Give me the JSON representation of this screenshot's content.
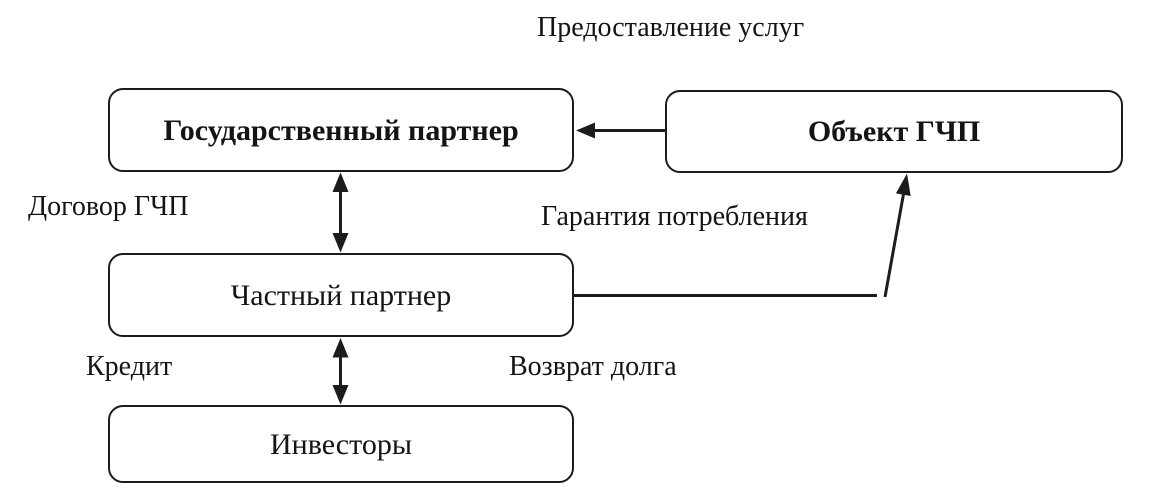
{
  "diagram": {
    "description": "PPP (public-private partnership) scheme flowchart",
    "background_color": "#ffffff",
    "line_color": "#1c1c1c",
    "text_color": "#141414",
    "nodes": [
      {
        "id": "state-partner",
        "label": "Государственный партнер",
        "emphasis": "bold"
      },
      {
        "id": "ppp-object",
        "label": "Объект ГЧП",
        "emphasis": "bold"
      },
      {
        "id": "private-partner",
        "label": "Частный партнер",
        "emphasis": "normal"
      },
      {
        "id": "investors",
        "label": "Инвесторы",
        "emphasis": "normal"
      }
    ],
    "edges": [
      {
        "from": "ppp-object",
        "to": "state-partner",
        "style": "single-arrow",
        "label": "Предоставление услуг"
      },
      {
        "from": "state-partner",
        "to": "private-partner",
        "style": "double-arrow",
        "label": "Договор ГЧП"
      },
      {
        "from": "private-partner",
        "to": "ppp-object",
        "style": "single-arrow",
        "label": "Гарантия потребления"
      },
      {
        "from": "private-partner",
        "to": "investors",
        "style": "double-arrow",
        "label_left": "Кредит",
        "label_right": "Возврат долга"
      }
    ]
  }
}
